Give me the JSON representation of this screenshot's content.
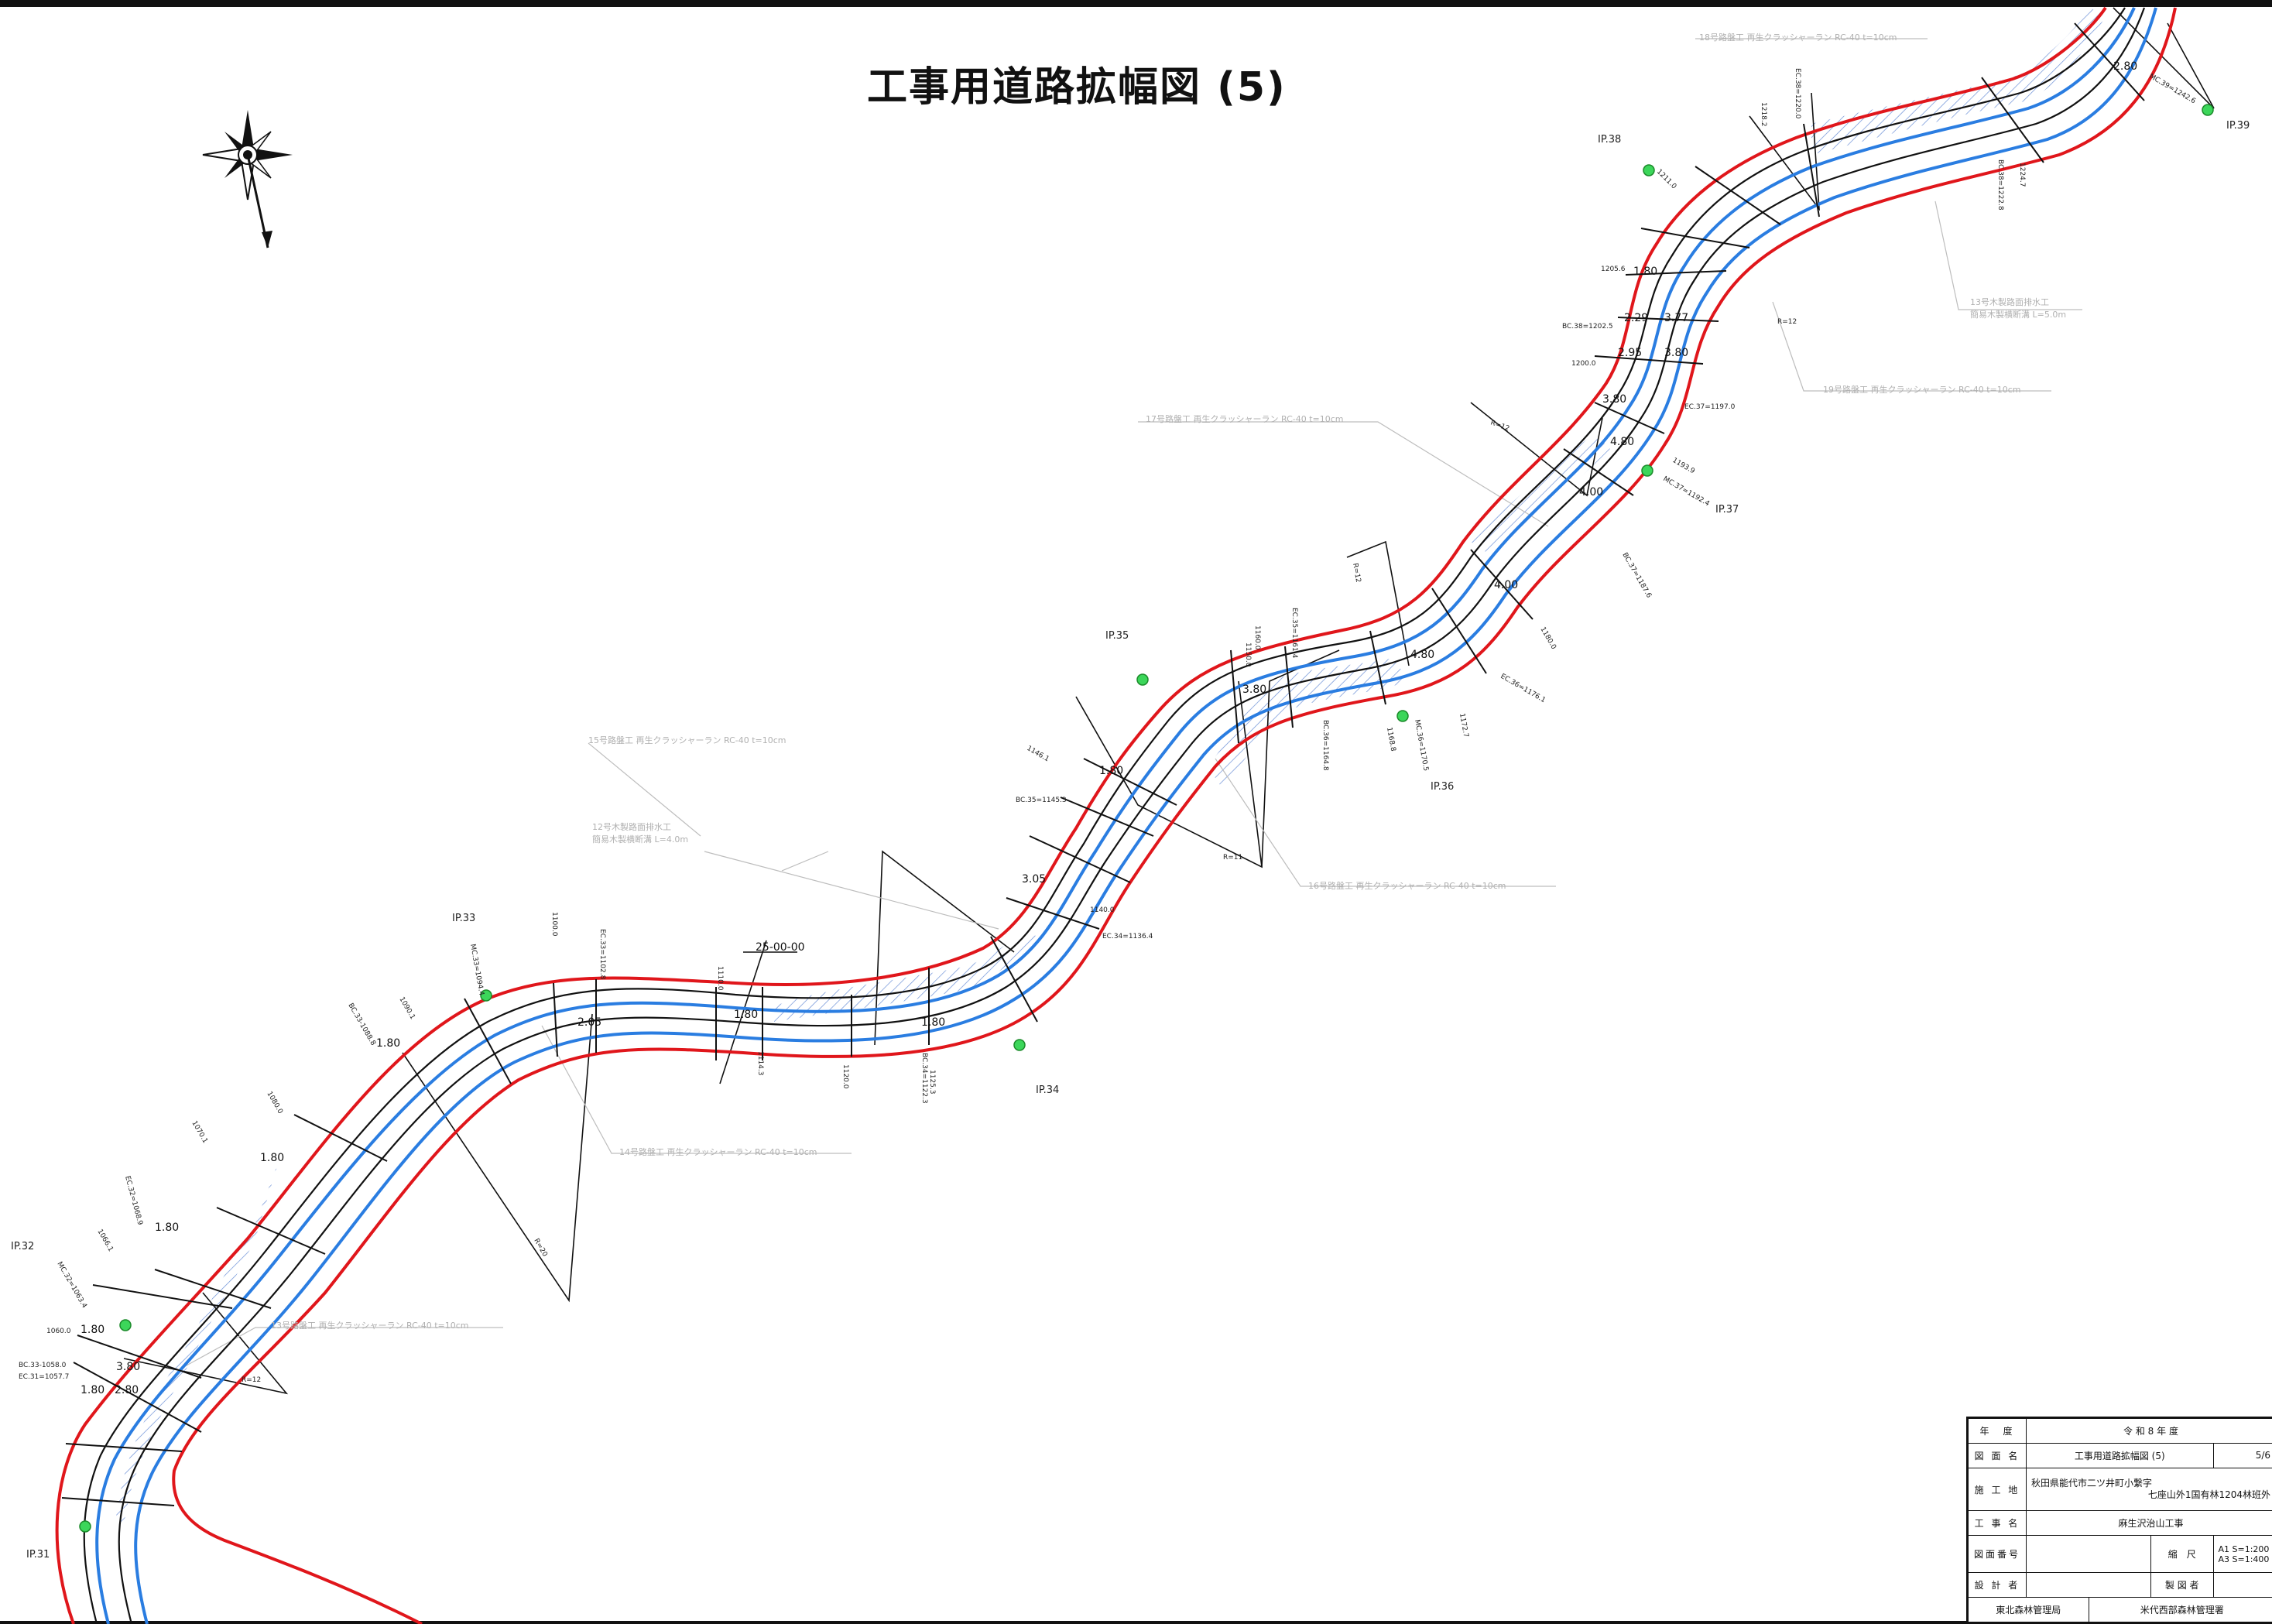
{
  "title": "工事用道路拡幅図 (5)",
  "ip_points": [
    {
      "label": "IP.31"
    },
    {
      "label": "IP.32"
    },
    {
      "label": "IP.33"
    },
    {
      "label": "IP.34"
    },
    {
      "label": "IP.35"
    },
    {
      "label": "IP.36"
    },
    {
      "label": "IP.37"
    },
    {
      "label": "IP.38"
    },
    {
      "label": "IP.39"
    }
  ],
  "callouts": [
    "13号路盤工 再生クラッシャーラン RC-40 t=10cm",
    "14号路盤工 再生クラッシャーラン RC-40 t=10cm",
    "15号路盤工 再生クラッシャーラン RC-40 t=10cm",
    "16号路盤工 再生クラッシャーラン RC-40 t=10cm",
    "17号路盤工 再生クラッシャーラン RC-40 t=10cm",
    "18号路盤工 再生クラッシャーラン RC-40 t=10cm",
    "19号路盤工 再生クラッシャーラン RC-40 t=10cm",
    "12号木製路面排水工",
    "簡易木製横断溝 L=4.0m",
    "13号木製路面排水工",
    "簡易木製横断溝 L=5.0m"
  ],
  "angle_label": "25-00-00",
  "station_labels": [
    "BC.33-1058.0",
    "EC.31=1057.7",
    "1060.0",
    "MC.32=1063.4",
    "1066.1",
    "EC.32=1068.9",
    "1070.1",
    "1080.0",
    "BC.33-1088.8",
    "1090.1",
    "MC.33=1094.4",
    "1100.0",
    "EC.33=1102.8",
    "1110.0",
    "1114.3",
    "1120.0",
    "BC.34=1122.3",
    "1125.3",
    "1140.0",
    "EC.34=1136.4",
    "BC.35=1145.3",
    "1146.1",
    "1150.0",
    "1160.0",
    "EC.35=1161.4",
    "BC.36=1164.8",
    "MC.36=1170.5",
    "1172.7",
    "1168.8",
    "EC.36=1176.1",
    "1180.0",
    "BC.37=1187.6",
    "MC.37=1192.4",
    "1193.9",
    "EC.37=1197.0",
    "1200.0",
    "BC.38=1202.5",
    "1205.6",
    "1211.0",
    "1218.2",
    "EC.38=1220.0",
    "BC.38=1222.8",
    "1224.7",
    "MC.39=1242.6"
  ],
  "width_labels": [
    "1.80",
    "3.80",
    "2.80",
    "4.80",
    "3.77",
    "2.95",
    "3.80",
    "2.29",
    "4.00",
    "3.05",
    "2.80",
    "2.05"
  ],
  "radius_labels": [
    "R=12",
    "R=20",
    "R=11",
    "R=12",
    "R=12",
    "R=12"
  ],
  "title_block": {
    "year_label": "年　度",
    "year_value": "令 和 8 年 度",
    "drawing_name_label": "図 面 名",
    "drawing_name_value": "工事用道路拡幅図 (5)",
    "sheet_no": "5/6",
    "site_label": "施 工 地",
    "site_value_1": "秋田県能代市二ツ井町小繋字",
    "site_value_2": "七座山外1国有林1204林班外",
    "project_label": "工 事 名",
    "project_value": "麻生沢治山工事",
    "drawing_no_label": "図面番号",
    "scale_label": "縮　尺",
    "scale_a1": "A1 S=1:200",
    "scale_a3": "A3 S=1:400",
    "designer_label": "設 計 者",
    "drafter_label": "製 図 者",
    "org_left": "東北森林管理局",
    "org_right": "米代西部森林管理署"
  }
}
